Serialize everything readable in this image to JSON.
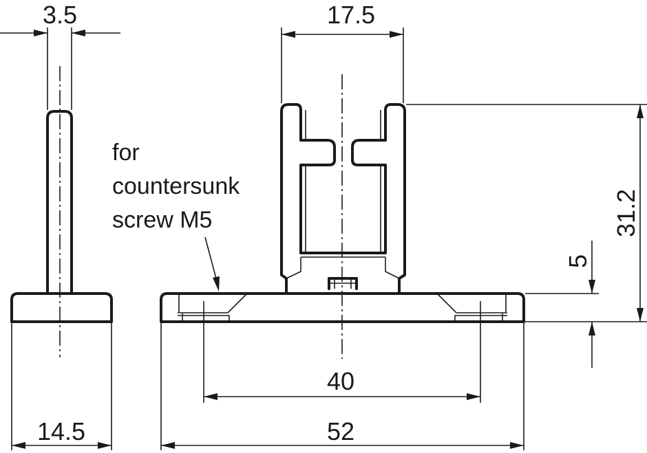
{
  "dimensions": {
    "tab_thickness": "3.5",
    "slot_width": "17.5",
    "total_height": "31.2",
    "base_height": "5",
    "hole_spacing": "40",
    "overall_length": "52",
    "side_depth": "14.5"
  },
  "note": {
    "line1": "for",
    "line2": "countersunk",
    "line3": "screw M5"
  }
}
